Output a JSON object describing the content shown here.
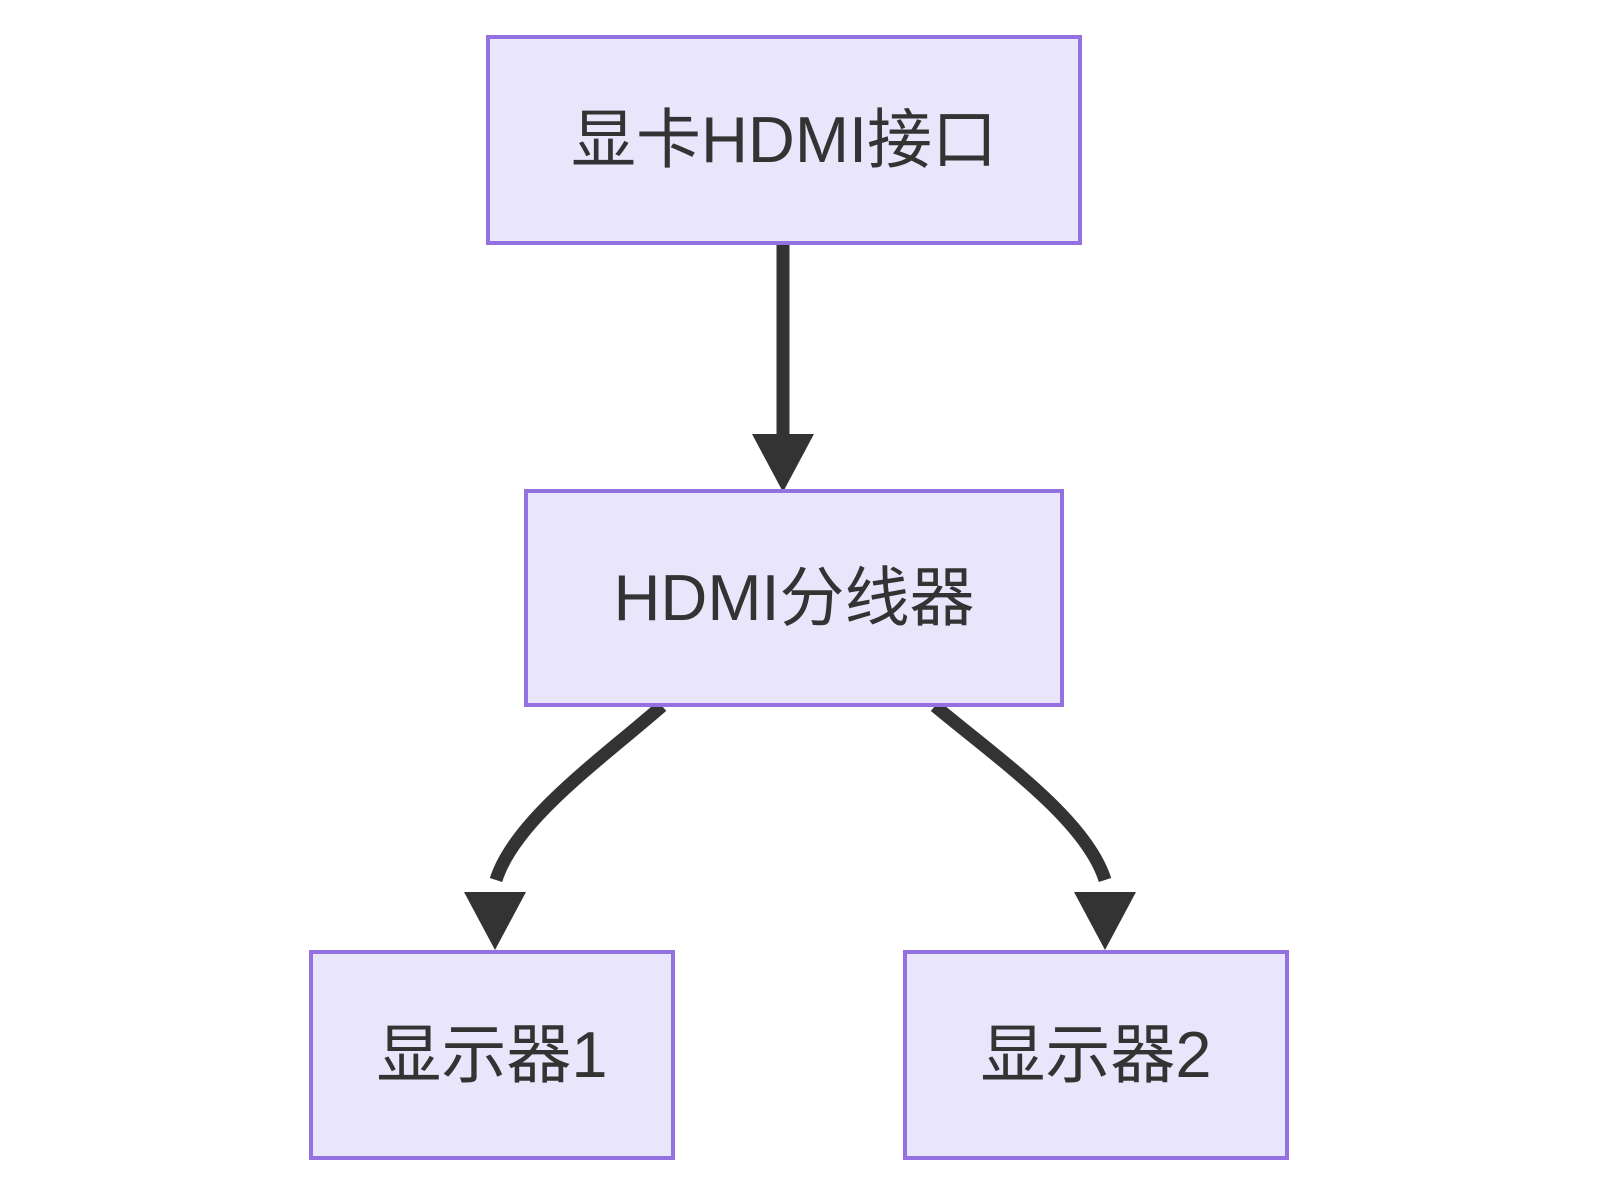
{
  "diagram": {
    "type": "flowchart",
    "direction": "top-down",
    "background_color": "#ffffff",
    "node_fill_color": "#e9e6fb",
    "node_border_color": "#9471e0",
    "node_text_color": "#333333",
    "edge_color": "#333333",
    "nodes": [
      {
        "id": "gpu-hdmi-port",
        "label": "显卡HDMI接口",
        "shape": "rectangle"
      },
      {
        "id": "hdmi-splitter",
        "label": "HDMI分线器",
        "shape": "rectangle"
      },
      {
        "id": "monitor-1",
        "label": "显示器1",
        "shape": "rectangle"
      },
      {
        "id": "monitor-2",
        "label": "显示器2",
        "shape": "rectangle"
      }
    ],
    "edges": [
      {
        "id": "edge-gpu-to-splitter",
        "from": "gpu-hdmi-port",
        "to": "hdmi-splitter",
        "style": "straight",
        "arrowhead": "filled-triangle",
        "label": ""
      },
      {
        "id": "edge-splitter-to-monitor-1",
        "from": "hdmi-splitter",
        "to": "monitor-1",
        "style": "curved",
        "arrowhead": "filled-triangle",
        "label": ""
      },
      {
        "id": "edge-splitter-to-monitor-2",
        "from": "hdmi-splitter",
        "to": "monitor-2",
        "style": "curved",
        "arrowhead": "filled-triangle",
        "label": ""
      }
    ]
  }
}
